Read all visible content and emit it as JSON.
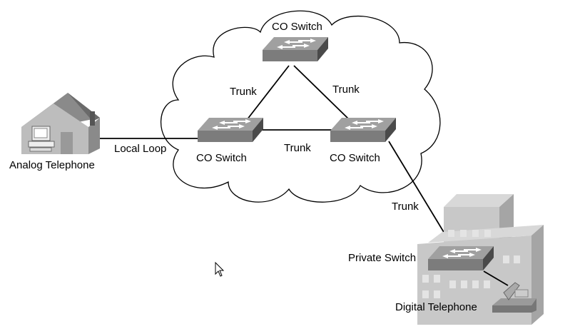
{
  "labels": {
    "co_switch_top": "CO Switch",
    "co_switch_left": "CO Switch",
    "co_switch_right": "CO Switch",
    "trunk_top_left": "Trunk",
    "trunk_top_right": "Trunk",
    "trunk_middle": "Trunk",
    "trunk_private": "Trunk",
    "local_loop": "Local Loop",
    "analog_telephone": "Analog Telephone",
    "private_switch": "Private Switch",
    "digital_telephone": "Digital Telephone"
  },
  "colors": {
    "switch_top": "#9a9a9a",
    "switch_front": "#7a7a7a",
    "switch_side": "#4a4a4a",
    "building": "#c8c8c8"
  }
}
